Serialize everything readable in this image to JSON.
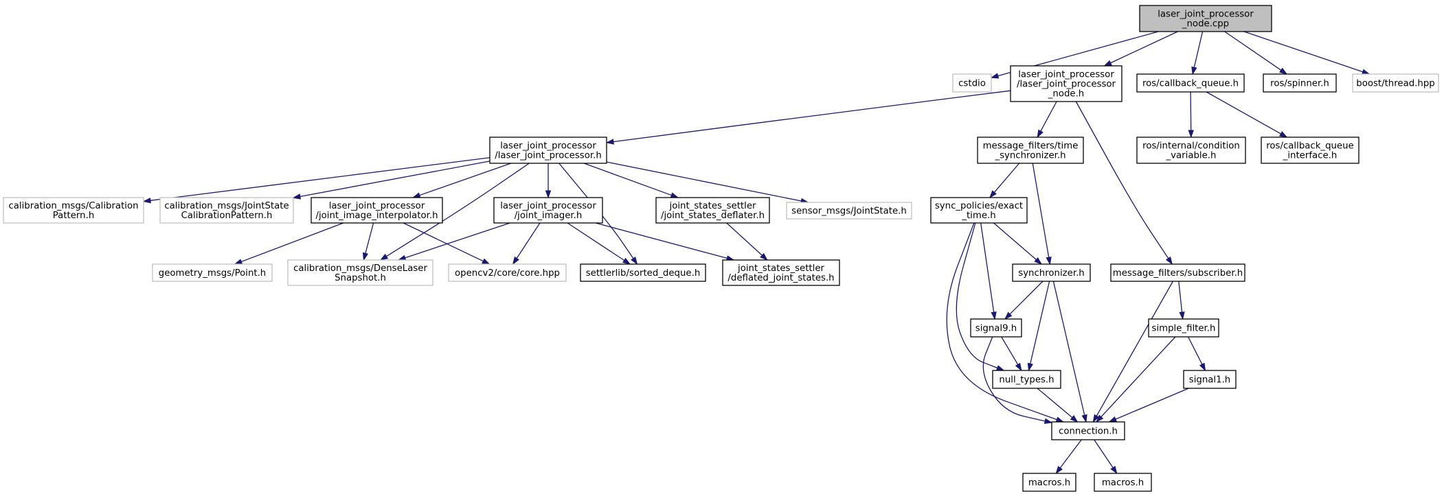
{
  "graph": {
    "nodes": [
      {
        "id": "root",
        "label": [
          "laser_joint_processor",
          "_node.cpp"
        ],
        "kind": "root"
      },
      {
        "id": "cstdio",
        "label": [
          "cstdio"
        ],
        "kind": "external"
      },
      {
        "id": "ljp_node_h",
        "label": [
          "laser_joint_processor",
          "/laser_joint_processor",
          "_node.h"
        ],
        "kind": "file"
      },
      {
        "id": "callback_queue",
        "label": [
          "ros/callback_queue.h"
        ],
        "kind": "file"
      },
      {
        "id": "spinner",
        "label": [
          "ros/spinner.h"
        ],
        "kind": "file"
      },
      {
        "id": "boost_thread",
        "label": [
          "boost/thread.hpp"
        ],
        "kind": "external"
      },
      {
        "id": "ljp_h",
        "label": [
          "laser_joint_processor",
          "/laser_joint_processor.h"
        ],
        "kind": "file"
      },
      {
        "id": "time_sync",
        "label": [
          "message_filters/time",
          "_synchronizer.h"
        ],
        "kind": "file"
      },
      {
        "id": "cond_var",
        "label": [
          "ros/internal/condition",
          "_variable.h"
        ],
        "kind": "file"
      },
      {
        "id": "cbq_iface",
        "label": [
          "ros/callback_queue",
          "_interface.h"
        ],
        "kind": "file"
      },
      {
        "id": "calib_pattern",
        "label": [
          "calibration_msgs/Calibration",
          "Pattern.h"
        ],
        "kind": "external"
      },
      {
        "id": "js_calib_pattern",
        "label": [
          "calibration_msgs/JointState",
          "CalibrationPattern.h"
        ],
        "kind": "external"
      },
      {
        "id": "interp",
        "label": [
          "laser_joint_processor",
          "/joint_image_interpolator.h"
        ],
        "kind": "file"
      },
      {
        "id": "imager",
        "label": [
          "laser_joint_processor",
          "/joint_imager.h"
        ],
        "kind": "file"
      },
      {
        "id": "deflater",
        "label": [
          "joint_states_settler",
          "/joint_states_deflater.h"
        ],
        "kind": "file"
      },
      {
        "id": "joint_state",
        "label": [
          "sensor_msgs/JointState.h"
        ],
        "kind": "external"
      },
      {
        "id": "exact_time",
        "label": [
          "sync_policies/exact",
          "_time.h"
        ],
        "kind": "file"
      },
      {
        "id": "point",
        "label": [
          "geometry_msgs/Point.h"
        ],
        "kind": "external"
      },
      {
        "id": "dense_laser",
        "label": [
          "calibration_msgs/DenseLaser",
          "Snapshot.h"
        ],
        "kind": "external"
      },
      {
        "id": "opencv",
        "label": [
          "opencv2/core/core.hpp"
        ],
        "kind": "external"
      },
      {
        "id": "sorted_deque",
        "label": [
          "settlerlib/sorted_deque.h"
        ],
        "kind": "file"
      },
      {
        "id": "deflated",
        "label": [
          "joint_states_settler",
          "/deflated_joint_states.h"
        ],
        "kind": "file"
      },
      {
        "id": "synchronizer",
        "label": [
          "synchronizer.h"
        ],
        "kind": "file"
      },
      {
        "id": "subscriber",
        "label": [
          "message_filters/subscriber.h"
        ],
        "kind": "file"
      },
      {
        "id": "signal9",
        "label": [
          "signal9.h"
        ],
        "kind": "file"
      },
      {
        "id": "simple_filter",
        "label": [
          "simple_filter.h"
        ],
        "kind": "file"
      },
      {
        "id": "null_types",
        "label": [
          "null_types.h"
        ],
        "kind": "file"
      },
      {
        "id": "signal1",
        "label": [
          "signal1.h"
        ],
        "kind": "file"
      },
      {
        "id": "connection",
        "label": [
          "connection.h"
        ],
        "kind": "file"
      },
      {
        "id": "macros1",
        "label": [
          "macros.h"
        ],
        "kind": "file"
      },
      {
        "id": "macros2",
        "label": [
          "macros.h"
        ],
        "kind": "file"
      }
    ],
    "edges": [
      [
        "root",
        "cstdio"
      ],
      [
        "root",
        "ljp_node_h"
      ],
      [
        "root",
        "callback_queue"
      ],
      [
        "root",
        "spinner"
      ],
      [
        "root",
        "boost_thread"
      ],
      [
        "ljp_node_h",
        "ljp_h"
      ],
      [
        "ljp_node_h",
        "time_sync"
      ],
      [
        "ljp_node_h",
        "subscriber"
      ],
      [
        "callback_queue",
        "cond_var"
      ],
      [
        "callback_queue",
        "cbq_iface"
      ],
      [
        "ljp_h",
        "calib_pattern"
      ],
      [
        "ljp_h",
        "js_calib_pattern"
      ],
      [
        "ljp_h",
        "interp"
      ],
      [
        "ljp_h",
        "dense_laser"
      ],
      [
        "ljp_h",
        "imager"
      ],
      [
        "ljp_h",
        "sorted_deque"
      ],
      [
        "ljp_h",
        "deflater"
      ],
      [
        "ljp_h",
        "joint_state"
      ],
      [
        "interp",
        "point"
      ],
      [
        "interp",
        "dense_laser"
      ],
      [
        "interp",
        "opencv"
      ],
      [
        "imager",
        "dense_laser"
      ],
      [
        "imager",
        "opencv"
      ],
      [
        "imager",
        "sorted_deque"
      ],
      [
        "imager",
        "deflated"
      ],
      [
        "deflater",
        "deflated"
      ],
      [
        "time_sync",
        "exact_time"
      ],
      [
        "time_sync",
        "synchronizer"
      ],
      [
        "exact_time",
        "synchronizer"
      ],
      [
        "exact_time",
        "signal9"
      ],
      [
        "exact_time",
        "null_types"
      ],
      [
        "exact_time",
        "connection"
      ],
      [
        "synchronizer",
        "signal9"
      ],
      [
        "synchronizer",
        "null_types"
      ],
      [
        "synchronizer",
        "connection"
      ],
      [
        "signal9",
        "null_types"
      ],
      [
        "signal9",
        "connection"
      ],
      [
        "null_types",
        "connection"
      ],
      [
        "subscriber",
        "simple_filter"
      ],
      [
        "subscriber",
        "connection"
      ],
      [
        "simple_filter",
        "signal1"
      ],
      [
        "simple_filter",
        "connection"
      ],
      [
        "signal1",
        "connection"
      ],
      [
        "connection",
        "macros1"
      ],
      [
        "connection",
        "macros2"
      ]
    ]
  }
}
